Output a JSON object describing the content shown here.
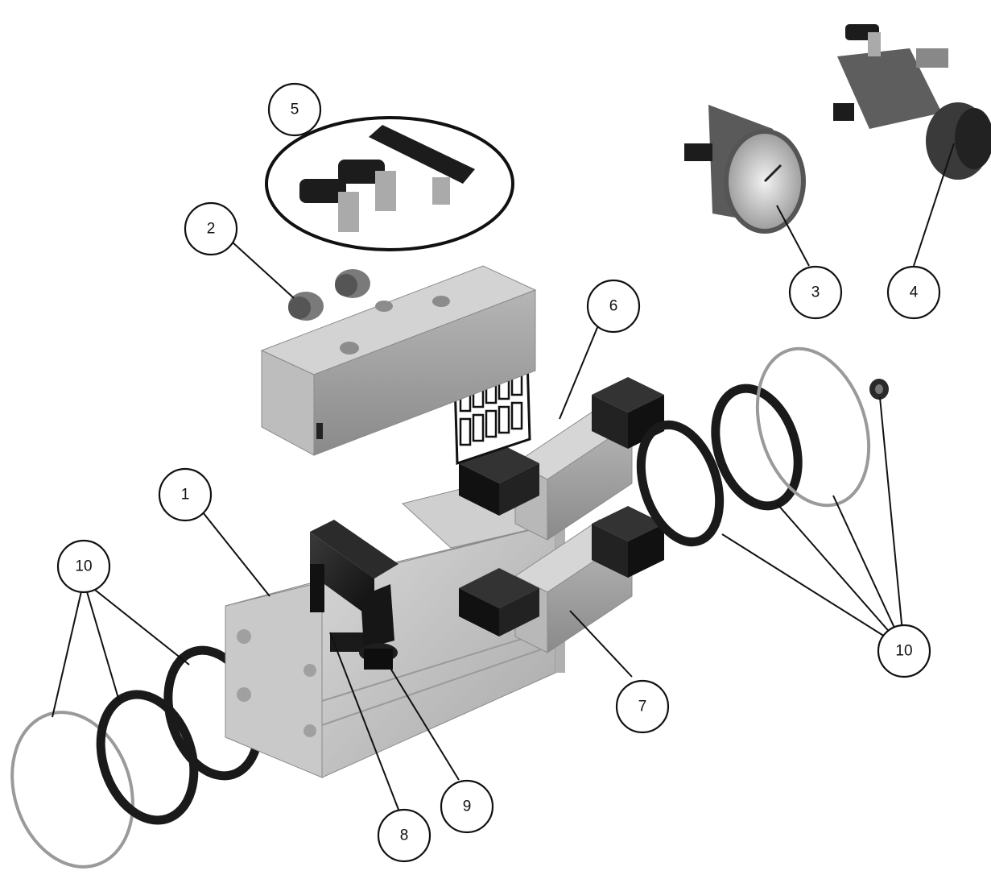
{
  "callouts": {
    "c1": "1",
    "c2": "2",
    "c3": "3",
    "c4": "4",
    "c5": "5",
    "c6": "6",
    "c7": "7",
    "c8": "8",
    "c9": "9",
    "c10_left": "10",
    "c10_right": "10"
  },
  "parts": [
    "actuator-body",
    "plug",
    "pressure-gauge",
    "filter-regulator",
    "fitting-kit",
    "solenoid-valve",
    "solenoid-valve",
    "connector-block",
    "electrical-connector",
    "o-ring-seal"
  ]
}
